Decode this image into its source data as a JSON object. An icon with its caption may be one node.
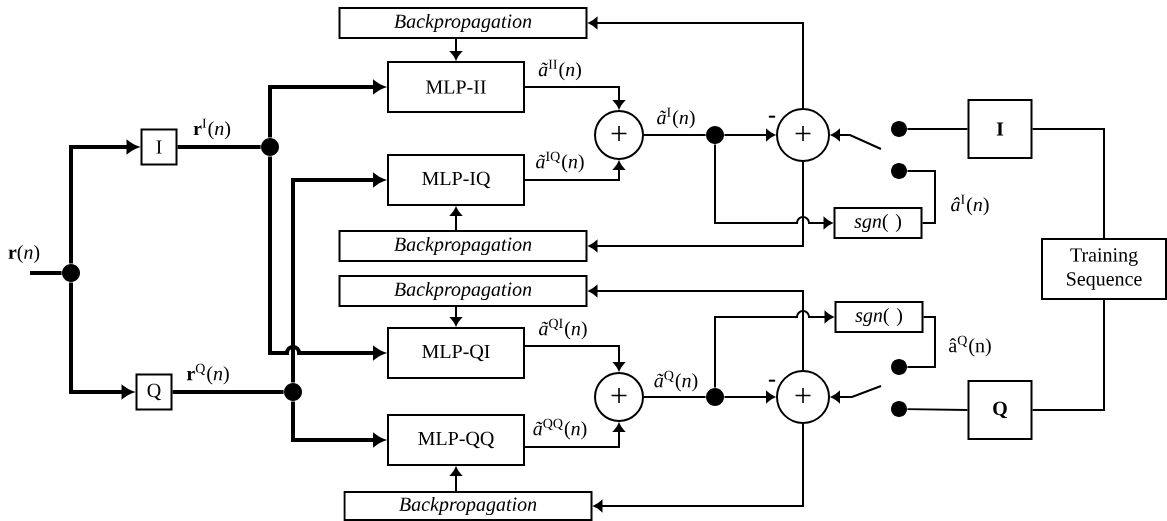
{
  "diagram": {
    "nodes": [
      {
        "text": [],
        "shape": "circle"
      },
      {
        "text": [
          "I"
        ]
      },
      {
        "text": [
          "Q"
        ]
      },
      {
        "text": [],
        "shape": "circle"
      },
      {
        "text": [],
        "shape": "circle"
      },
      {
        "text": [
          "Backpropagation"
        ]
      },
      {
        "text": [
          "MLP-II"
        ]
      },
      {
        "text": [
          "MLP-IQ"
        ]
      },
      {
        "text": [
          "Backpropagation"
        ]
      },
      {
        "text": [
          "Backpropagation"
        ]
      },
      {
        "text": [
          "MLP-QI"
        ]
      },
      {
        "text": [
          "MLP-QQ"
        ]
      },
      {
        "text": [
          "Backpropagation"
        ]
      },
      {
        "text": [
          "+"
        ]
      },
      {
        "text": [],
        "shape": "circle"
      },
      {
        "text": [
          "+"
        ]
      },
      {
        "text": [
          "*sgn*( )"
        ]
      },
      {
        "text": [],
        "shape": "circle"
      },
      {
        "text": [],
        "shape": "circle"
      },
      {
        "text": [
          "I"
        ]
      },
      {
        "text": [
          "Training Sequence"
        ]
      },
      {
        "text": [
          "+"
        ]
      },
      {
        "text": [],
        "shape": "circle"
      },
      {
        "text": [
          "*sgn*( )"
        ]
      },
      {
        "text": [],
        "shape": "circle"
      },
      {
        "text": [],
        "shape": "circle"
      },
      {
        "text": [
          "+"
        ]
      },
      {
        "text": [
          "Q"
        ]
      }
    ],
    "edges": [
      {
        "from": null,
        "to": 0,
        "arrow": "none",
        "label": "**r**(*n*)",
        "style": "thick"
      },
      {
        "from": 0,
        "to": 1,
        "arrow": "to",
        "style": "thick"
      },
      {
        "from": 0,
        "to": 2,
        "arrow": "to",
        "style": "thick"
      },
      {
        "from": 1,
        "to": 3,
        "arrow": "none",
        "label": "**r**$^{I}$(*n*)",
        "style": "thick"
      },
      {
        "from": 2,
        "to": 4,
        "arrow": "none",
        "label": "**r**$^{Q}$(*n*)",
        "style": "thick"
      },
      {
        "from": 3,
        "to": 6,
        "arrow": "to",
        "style": "thick"
      },
      {
        "from": 3,
        "to": 10,
        "arrow": "to",
        "style": "thick"
      },
      {
        "from": 4,
        "to": 7,
        "arrow": "to",
        "style": "thick"
      },
      {
        "from": 4,
        "to": 11,
        "arrow": "to",
        "style": "thick"
      },
      {
        "from": 5,
        "to": 6,
        "arrow": "to"
      },
      {
        "from": 8,
        "to": 7,
        "arrow": "to"
      },
      {
        "from": 9,
        "to": 10,
        "arrow": "to"
      },
      {
        "from": 12,
        "to": 11,
        "arrow": "to"
      },
      {
        "from": 6,
        "to": 13,
        "arrow": "to",
        "label": "*ã*$^{II}$(*n*)"
      },
      {
        "from": 7,
        "to": 13,
        "arrow": "to",
        "label": "*ã*$^{IQ}$(*n*)"
      },
      {
        "from": 10,
        "to": 21,
        "arrow": "to",
        "label": "*ã*$^{QI}$(*n*)"
      },
      {
        "from": 11,
        "to": 21,
        "arrow": "to",
        "label": "*ã*$^{QQ}$(*n*)"
      },
      {
        "from": 13,
        "to": 14,
        "arrow": "none",
        "label": "*ã*$^{I}$(*n*)"
      },
      {
        "from": 14,
        "to": 15,
        "arrow": "to"
      },
      {
        "from": 14,
        "to": 16,
        "arrow": "to"
      },
      {
        "from": 15,
        "to": 5,
        "arrow": "to"
      },
      {
        "from": 15,
        "to": 8,
        "arrow": "to"
      },
      {
        "from": 16,
        "to": 18,
        "arrow": "none",
        "label": "*â*$^{I}$(*n*)"
      },
      {
        "from": 17,
        "to": 19,
        "arrow": "none"
      },
      {
        "from": null,
        "to": 15,
        "arrow": "to"
      },
      {
        "from": 19,
        "to": 20,
        "arrow": "none"
      },
      {
        "from": 20,
        "to": 27,
        "arrow": "none"
      },
      {
        "from": 21,
        "to": 22,
        "arrow": "none",
        "label": "*ã*$^{Q}$(*n*)"
      },
      {
        "from": 22,
        "to": 26,
        "arrow": "to"
      },
      {
        "from": 22,
        "to": 23,
        "arrow": "to"
      },
      {
        "from": 26,
        "to": 9,
        "arrow": "to"
      },
      {
        "from": 26,
        "to": 12,
        "arrow": "to"
      },
      {
        "from": 23,
        "to": 24,
        "arrow": "none",
        "label": "â$^{Q}$(n)"
      },
      {
        "from": 25,
        "to": 27,
        "arrow": "none"
      },
      {
        "from": null,
        "to": 26,
        "arrow": "to"
      }
    ],
    "labels": [
      "-",
      "-"
    ]
  }
}
